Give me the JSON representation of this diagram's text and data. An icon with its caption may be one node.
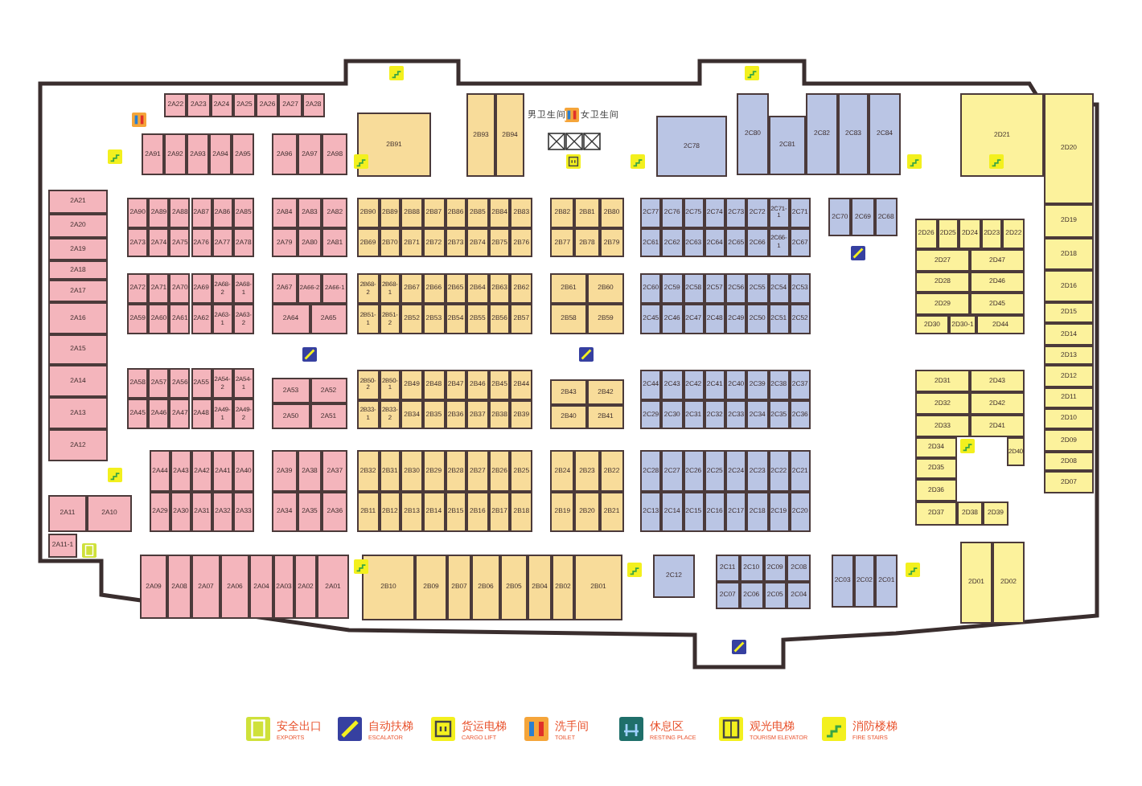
{
  "diagram": {
    "nodes": [
      {
        "text": [
          "2A22"
        ]
      },
      {
        "text": [
          "2A23"
        ]
      },
      {
        "text": [
          "2A24"
        ]
      },
      {
        "text": [
          "2A25"
        ]
      },
      {
        "text": [
          "2A26"
        ]
      },
      {
        "text": [
          "2A27"
        ]
      },
      {
        "text": [
          "2A28"
        ]
      },
      {
        "text": [
          "2A91"
        ]
      },
      {
        "text": [
          "2A92"
        ]
      },
      {
        "text": [
          "2A93"
        ]
      },
      {
        "text": [
          "2A94"
        ]
      },
      {
        "text": [
          "2A95"
        ]
      },
      {
        "text": [
          "2A96"
        ]
      },
      {
        "text": [
          "2A97"
        ]
      },
      {
        "text": [
          "2A98"
        ]
      },
      {
        "text": [
          "2A21"
        ]
      },
      {
        "text": [
          "2A20"
        ]
      },
      {
        "text": [
          "2A19"
        ]
      },
      {
        "text": [
          "2A18"
        ]
      },
      {
        "text": [
          "2A17"
        ]
      },
      {
        "text": [
          "2A16"
        ]
      },
      {
        "text": [
          "2A15"
        ]
      },
      {
        "text": [
          "2A14"
        ]
      },
      {
        "text": [
          "2A13"
        ]
      },
      {
        "text": [
          "2A12"
        ]
      },
      {
        "text": [
          "2A90"
        ]
      },
      {
        "text": [
          "2A89"
        ]
      },
      {
        "text": [
          "2A88"
        ]
      },
      {
        "text": [
          "2A87"
        ]
      },
      {
        "text": [
          "2A86"
        ]
      },
      {
        "text": [
          "2A85"
        ]
      },
      {
        "text": [
          "2A73"
        ]
      },
      {
        "text": [
          "2A74"
        ]
      },
      {
        "text": [
          "2A75"
        ]
      },
      {
        "text": [
          "2A76"
        ]
      },
      {
        "text": [
          "2A77"
        ]
      },
      {
        "text": [
          "2A78"
        ]
      },
      {
        "text": [
          "2A84"
        ]
      },
      {
        "text": [
          "2A83"
        ]
      },
      {
        "text": [
          "2A82"
        ]
      },
      {
        "text": [
          "2A79"
        ]
      },
      {
        "text": [
          "2A80"
        ]
      },
      {
        "text": [
          "2A81"
        ]
      },
      {
        "text": [
          "2A72"
        ]
      },
      {
        "text": [
          "2A71"
        ]
      },
      {
        "text": [
          "2A70"
        ]
      },
      {
        "text": [
          "2A69"
        ]
      },
      {
        "text": [
          "2A68-2"
        ]
      },
      {
        "text": [
          "2A68-1"
        ]
      },
      {
        "text": [
          "2A59"
        ]
      },
      {
        "text": [
          "2A60"
        ]
      },
      {
        "text": [
          "2A61"
        ]
      },
      {
        "text": [
          "2A62"
        ]
      },
      {
        "text": [
          "2A63-1"
        ]
      },
      {
        "text": [
          "2A63-2"
        ]
      },
      {
        "text": [
          "2A67"
        ]
      },
      {
        "text": [
          "2A66-2"
        ]
      },
      {
        "text": [
          "2A66-1"
        ]
      },
      {
        "text": [
          "2A64"
        ]
      },
      {
        "text": [
          "2A65"
        ]
      },
      {
        "text": [
          "2A58"
        ]
      },
      {
        "text": [
          "2A57"
        ]
      },
      {
        "text": [
          "2A56"
        ]
      },
      {
        "text": [
          "2A55"
        ]
      },
      {
        "text": [
          "2A54-2"
        ]
      },
      {
        "text": [
          "2A54-1"
        ]
      },
      {
        "text": [
          "2A45"
        ]
      },
      {
        "text": [
          "2A46"
        ]
      },
      {
        "text": [
          "2A47"
        ]
      },
      {
        "text": [
          "2A48"
        ]
      },
      {
        "text": [
          "2A49-1"
        ]
      },
      {
        "text": [
          "2A49-2"
        ]
      },
      {
        "text": [
          "2A53"
        ]
      },
      {
        "text": [
          "2A52"
        ]
      },
      {
        "text": [
          "2A50"
        ]
      },
      {
        "text": [
          "2A51"
        ]
      },
      {
        "text": [
          "2A44"
        ]
      },
      {
        "text": [
          "2A43"
        ]
      },
      {
        "text": [
          "2A42"
        ]
      },
      {
        "text": [
          "2A41"
        ]
      },
      {
        "text": [
          "2A40"
        ]
      },
      {
        "text": [
          "2A29"
        ]
      },
      {
        "text": [
          "2A30"
        ]
      },
      {
        "text": [
          "2A31"
        ]
      },
      {
        "text": [
          "2A32"
        ]
      },
      {
        "text": [
          "2A33"
        ]
      },
      {
        "text": [
          "2A39"
        ]
      },
      {
        "text": [
          "2A38"
        ]
      },
      {
        "text": [
          "2A37"
        ]
      },
      {
        "text": [
          "2A34"
        ]
      },
      {
        "text": [
          "2A35"
        ]
      },
      {
        "text": [
          "2A36"
        ]
      },
      {
        "text": [
          "2A11"
        ]
      },
      {
        "text": [
          "2A10"
        ]
      },
      {
        "text": [
          "2A11-1"
        ]
      },
      {
        "text": [
          "2A09"
        ]
      },
      {
        "text": [
          "2A08"
        ]
      },
      {
        "text": [
          "2A07"
        ]
      },
      {
        "text": [
          "2A06"
        ]
      },
      {
        "text": [
          "2A04"
        ]
      },
      {
        "text": [
          "2A03"
        ]
      },
      {
        "text": [
          "2A02"
        ]
      },
      {
        "text": [
          "2A01"
        ]
      },
      {
        "text": [
          "2B91"
        ]
      },
      {
        "text": [
          "2B93"
        ]
      },
      {
        "text": [
          "2B94"
        ]
      },
      {
        "text": [
          "2B90"
        ]
      },
      {
        "text": [
          "2B89"
        ]
      },
      {
        "text": [
          "2B88"
        ]
      },
      {
        "text": [
          "2B87"
        ]
      },
      {
        "text": [
          "2B86"
        ]
      },
      {
        "text": [
          "2B85"
        ]
      },
      {
        "text": [
          "2B84"
        ]
      },
      {
        "text": [
          "2B83"
        ]
      },
      {
        "text": [
          "2B69"
        ]
      },
      {
        "text": [
          "2B70"
        ]
      },
      {
        "text": [
          "2B71"
        ]
      },
      {
        "text": [
          "2B72"
        ]
      },
      {
        "text": [
          "2B73"
        ]
      },
      {
        "text": [
          "2B74"
        ]
      },
      {
        "text": [
          "2B75"
        ]
      },
      {
        "text": [
          "2B76"
        ]
      },
      {
        "text": [
          "2B82"
        ]
      },
      {
        "text": [
          "2B81"
        ]
      },
      {
        "text": [
          "2B80"
        ]
      },
      {
        "text": [
          "2B77"
        ]
      },
      {
        "text": [
          "2B78"
        ]
      },
      {
        "text": [
          "2B79"
        ]
      },
      {
        "text": [
          "2B68-2"
        ]
      },
      {
        "text": [
          "2B68-1"
        ]
      },
      {
        "text": [
          "2B67"
        ]
      },
      {
        "text": [
          "2B66"
        ]
      },
      {
        "text": [
          "2B65"
        ]
      },
      {
        "text": [
          "2B64"
        ]
      },
      {
        "text": [
          "2B63"
        ]
      },
      {
        "text": [
          "2B62"
        ]
      },
      {
        "text": [
          "2B51-1"
        ]
      },
      {
        "text": [
          "2B51-2"
        ]
      },
      {
        "text": [
          "2B52"
        ]
      },
      {
        "text": [
          "2B53"
        ]
      },
      {
        "text": [
          "2B54"
        ]
      },
      {
        "text": [
          "2B55"
        ]
      },
      {
        "text": [
          "2B56"
        ]
      },
      {
        "text": [
          "2B57"
        ]
      },
      {
        "text": [
          "2B61"
        ]
      },
      {
        "text": [
          "2B60"
        ]
      },
      {
        "text": [
          "2B58"
        ]
      },
      {
        "text": [
          "2B59"
        ]
      },
      {
        "text": [
          "2B50-2"
        ]
      },
      {
        "text": [
          "2B50-1"
        ]
      },
      {
        "text": [
          "2B49"
        ]
      },
      {
        "text": [
          "2B48"
        ]
      },
      {
        "text": [
          "2B47"
        ]
      },
      {
        "text": [
          "2B46"
        ]
      },
      {
        "text": [
          "2B45"
        ]
      },
      {
        "text": [
          "2B44"
        ]
      },
      {
        "text": [
          "2B33-1"
        ]
      },
      {
        "text": [
          "2B33-2"
        ]
      },
      {
        "text": [
          "2B34"
        ]
      },
      {
        "text": [
          "2B35"
        ]
      },
      {
        "text": [
          "2B36"
        ]
      },
      {
        "text": [
          "2B37"
        ]
      },
      {
        "text": [
          "2B38"
        ]
      },
      {
        "text": [
          "2B39"
        ]
      },
      {
        "text": [
          "2B43"
        ]
      },
      {
        "text": [
          "2B42"
        ]
      },
      {
        "text": [
          "2B40"
        ]
      },
      {
        "text": [
          "2B41"
        ]
      },
      {
        "text": [
          "2B32"
        ]
      },
      {
        "text": [
          "2B31"
        ]
      },
      {
        "text": [
          "2B30"
        ]
      },
      {
        "text": [
          "2B29"
        ]
      },
      {
        "text": [
          "2B28"
        ]
      },
      {
        "text": [
          "2B27"
        ]
      },
      {
        "text": [
          "2B26"
        ]
      },
      {
        "text": [
          "2B25"
        ]
      },
      {
        "text": [
          "2B11"
        ]
      },
      {
        "text": [
          "2B12"
        ]
      },
      {
        "text": [
          "2B13"
        ]
      },
      {
        "text": [
          "2B14"
        ]
      },
      {
        "text": [
          "2B15"
        ]
      },
      {
        "text": [
          "2B16"
        ]
      },
      {
        "text": [
          "2B17"
        ]
      },
      {
        "text": [
          "2B18"
        ]
      },
      {
        "text": [
          "2B24"
        ]
      },
      {
        "text": [
          "2B23"
        ]
      },
      {
        "text": [
          "2B22"
        ]
      },
      {
        "text": [
          "2B19"
        ]
      },
      {
        "text": [
          "2B20"
        ]
      },
      {
        "text": [
          "2B21"
        ]
      },
      {
        "text": [
          "2B10"
        ]
      },
      {
        "text": [
          "2B09"
        ]
      },
      {
        "text": [
          "2B07"
        ]
      },
      {
        "text": [
          "2B06"
        ]
      },
      {
        "text": [
          "2B05"
        ]
      },
      {
        "text": [
          "2B04"
        ]
      },
      {
        "text": [
          "2B02"
        ]
      },
      {
        "text": [
          "2B01"
        ]
      },
      {
        "text": [
          "2C78"
        ]
      },
      {
        "text": [
          "2C80"
        ]
      },
      {
        "text": [
          "2C81"
        ]
      },
      {
        "text": [
          "2C82"
        ]
      },
      {
        "text": [
          "2C83"
        ]
      },
      {
        "text": [
          "2C84"
        ]
      },
      {
        "text": [
          "2C77"
        ]
      },
      {
        "text": [
          "2C76"
        ]
      },
      {
        "text": [
          "2C75"
        ]
      },
      {
        "text": [
          "2C74"
        ]
      },
      {
        "text": [
          "2C73"
        ]
      },
      {
        "text": [
          "2C72"
        ]
      },
      {
        "text": [
          "2C71-1"
        ]
      },
      {
        "text": [
          "2C71"
        ]
      },
      {
        "text": [
          "2C61"
        ]
      },
      {
        "text": [
          "2C62"
        ]
      },
      {
        "text": [
          "2C63"
        ]
      },
      {
        "text": [
          "2C64"
        ]
      },
      {
        "text": [
          "2C65"
        ]
      },
      {
        "text": [
          "2C66"
        ]
      },
      {
        "text": [
          "2C66-1"
        ]
      },
      {
        "text": [
          "2C67"
        ]
      },
      {
        "text": [
          "2C70"
        ]
      },
      {
        "text": [
          "2C69"
        ]
      },
      {
        "text": [
          "2C68"
        ]
      },
      {
        "text": [
          "2C60"
        ]
      },
      {
        "text": [
          "2C59"
        ]
      },
      {
        "text": [
          "2C58"
        ]
      },
      {
        "text": [
          "2C57"
        ]
      },
      {
        "text": [
          "2C56"
        ]
      },
      {
        "text": [
          "2C55"
        ]
      },
      {
        "text": [
          "2C54"
        ]
      },
      {
        "text": [
          "2C53"
        ]
      },
      {
        "text": [
          "2C45"
        ]
      },
      {
        "text": [
          "2C46"
        ]
      },
      {
        "text": [
          "2C47"
        ]
      },
      {
        "text": [
          "2C48"
        ]
      },
      {
        "text": [
          "2C49"
        ]
      },
      {
        "text": [
          "2C50"
        ]
      },
      {
        "text": [
          "2C51"
        ]
      },
      {
        "text": [
          "2C52"
        ]
      },
      {
        "text": [
          "2C44"
        ]
      },
      {
        "text": [
          "2C43"
        ]
      },
      {
        "text": [
          "2C42"
        ]
      },
      {
        "text": [
          "2C41"
        ]
      },
      {
        "text": [
          "2C40"
        ]
      },
      {
        "text": [
          "2C39"
        ]
      },
      {
        "text": [
          "2C38"
        ]
      },
      {
        "text": [
          "2C37"
        ]
      },
      {
        "text": [
          "2C29"
        ]
      },
      {
        "text": [
          "2C30"
        ]
      },
      {
        "text": [
          "2C31"
        ]
      },
      {
        "text": [
          "2C32"
        ]
      },
      {
        "text": [
          "2C33"
        ]
      },
      {
        "text": [
          "2C34"
        ]
      },
      {
        "text": [
          "2C35"
        ]
      },
      {
        "text": [
          "2C36"
        ]
      },
      {
        "text": [
          "2C28"
        ]
      },
      {
        "text": [
          "2C27"
        ]
      },
      {
        "text": [
          "2C26"
        ]
      },
      {
        "text": [
          "2C25"
        ]
      },
      {
        "text": [
          "2C24"
        ]
      },
      {
        "text": [
          "2C23"
        ]
      },
      {
        "text": [
          "2C22"
        ]
      },
      {
        "text": [
          "2C21"
        ]
      },
      {
        "text": [
          "2C13"
        ]
      },
      {
        "text": [
          "2C14"
        ]
      },
      {
        "text": [
          "2C15"
        ]
      },
      {
        "text": [
          "2C16"
        ]
      },
      {
        "text": [
          "2C17"
        ]
      },
      {
        "text": [
          "2C18"
        ]
      },
      {
        "text": [
          "2C19"
        ]
      },
      {
        "text": [
          "2C20"
        ]
      },
      {
        "text": [
          "2C12"
        ]
      },
      {
        "text": [
          "2C11"
        ]
      },
      {
        "text": [
          "2C10"
        ]
      },
      {
        "text": [
          "2C09"
        ]
      },
      {
        "text": [
          "2C08"
        ]
      },
      {
        "text": [
          "2C07"
        ]
      },
      {
        "text": [
          "2C06"
        ]
      },
      {
        "text": [
          "2C05"
        ]
      },
      {
        "text": [
          "2C04"
        ]
      },
      {
        "text": [
          "2C03"
        ]
      },
      {
        "text": [
          "2C02"
        ]
      },
      {
        "text": [
          "2C01"
        ]
      },
      {
        "text": [
          "2D21"
        ]
      },
      {
        "text": [
          "2D20"
        ]
      },
      {
        "text": [
          "2D19"
        ]
      },
      {
        "text": [
          "2D18"
        ]
      },
      {
        "text": [
          "2D16"
        ]
      },
      {
        "text": [
          "2D15"
        ]
      },
      {
        "text": [
          "2D14"
        ]
      },
      {
        "text": [
          "2D13"
        ]
      },
      {
        "text": [
          "2D12"
        ]
      },
      {
        "text": [
          "2D11"
        ]
      },
      {
        "text": [
          "2D10"
        ]
      },
      {
        "text": [
          "2D09"
        ]
      },
      {
        "text": [
          "2D08"
        ]
      },
      {
        "text": [
          "2D07"
        ]
      },
      {
        "text": [
          "2D26"
        ]
      },
      {
        "text": [
          "2D25"
        ]
      },
      {
        "text": [
          "2D24"
        ]
      },
      {
        "text": [
          "2D23"
        ]
      },
      {
        "text": [
          "2D22"
        ]
      },
      {
        "text": [
          "2D27"
        ]
      },
      {
        "text": [
          "2D47"
        ]
      },
      {
        "text": [
          "2D28"
        ]
      },
      {
        "text": [
          "2D46"
        ]
      },
      {
        "text": [
          "2D29"
        ]
      },
      {
        "text": [
          "2D45"
        ]
      },
      {
        "text": [
          "2D30"
        ]
      },
      {
        "text": [
          "2D30-1"
        ]
      },
      {
        "text": [
          "2D44"
        ]
      },
      {
        "text": [
          "2D31"
        ]
      },
      {
        "text": [
          "2D43"
        ]
      },
      {
        "text": [
          "2D32"
        ]
      },
      {
        "text": [
          "2D42"
        ]
      },
      {
        "text": [
          "2D33"
        ]
      },
      {
        "text": [
          "2D41"
        ]
      },
      {
        "text": [
          "2D34"
        ]
      },
      {
        "text": [
          "2D40"
        ]
      },
      {
        "text": [
          "2D35"
        ]
      },
      {
        "text": [
          "2D36"
        ]
      },
      {
        "text": [
          "2D37"
        ]
      },
      {
        "text": [
          "2D38"
        ]
      },
      {
        "text": [
          "2D39"
        ]
      },
      {
        "text": [
          "2D01"
        ]
      },
      {
        "text": [
          "2D02"
        ]
      }
    ],
    "labels": [
      "男卫生间",
      "女卫生间"
    ],
    "legend": [
      {
        "text": "安全出口 EXPORTS"
      },
      {
        "text": "自动扶梯 ESCALATOR"
      },
      {
        "text": "货运电梯 CARGO LIFT"
      },
      {
        "text": "洗手间 TOILET"
      },
      {
        "text": "休息区 RESTING PLACE"
      },
      {
        "text": "观光电梯 TOURISM ELEVATOR"
      },
      {
        "text": "消防楼梯 FIRE STAIRS"
      }
    ]
  }
}
